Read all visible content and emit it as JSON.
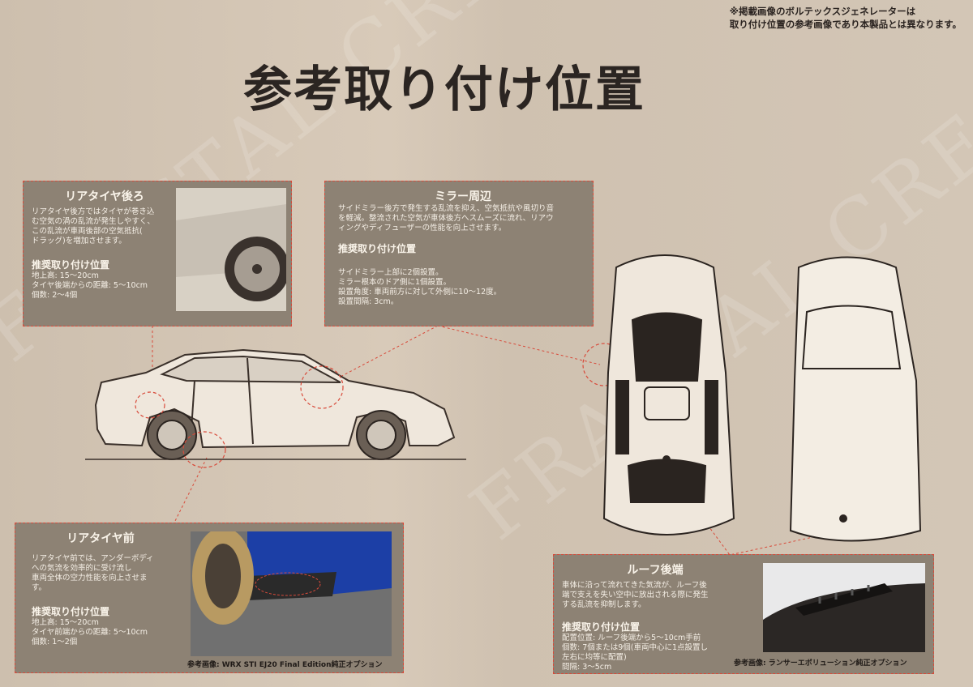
{
  "note": {
    "line1": "※掲載画像のボルテックスジェネレーターは",
    "line2": "取り付け位置の参考画像であり本製品とは異なります。"
  },
  "title": "参考取り付け位置",
  "watermark": "FRACTAL CREATION",
  "panels": {
    "rear_tire_back": {
      "heading": "リアタイヤ後ろ",
      "desc": [
        "リアタイヤ後方ではタイヤが巻き込",
        "む空気の渦の乱流が発生しやすく、",
        "この乱流が車両後部の空気抵抗(",
        "ドラッグ)を増加させます。"
      ],
      "rec_heading": "推奨取り付け位置",
      "rec": [
        "地上高: 15〜20cm",
        "タイヤ後端からの距離: 5〜10cm",
        "個数: 2〜4個"
      ]
    },
    "mirror": {
      "heading": "ミラー周辺",
      "desc": [
        "サイドミラー後方で発生する乱流を抑え、空気抵抗や風切り音",
        "を軽減。整流された空気が車体後方へスムーズに流れ、リアウ",
        "ィングやディフューザーの性能を向上させます。"
      ],
      "rec_heading": "推奨取り付け位置",
      "rec": [
        "サイドミラー上部に2個設置。",
        "ミラー根本のドア側に1個設置。",
        "設置角度: 車両前方に対して外側に10〜12度。",
        "設置間隔: 3cm。"
      ]
    },
    "rear_tire_front": {
      "heading": "リアタイヤ前",
      "desc": [
        "リアタイヤ前では、アンダーボディ",
        "への気流を効率的に受け流し",
        "車両全体の空力性能を向上させま",
        "す。"
      ],
      "rec_heading": "推奨取り付け位置",
      "rec": [
        "地上高: 15〜20cm",
        "タイヤ前端からの距離: 5〜10cm",
        "個数: 1〜2個"
      ],
      "caption": "参考画像: WRX STI EJ20 Final Edition純正オプション"
    },
    "roof": {
      "heading": "ルーフ後端",
      "desc": [
        "車体に沿って流れてきた気流が、ルーフ後",
        "端で支えを失い空中に放出される際に発生",
        "する乱流を抑制します。"
      ],
      "rec_heading": "推奨取り付け位置",
      "rec": [
        "配置位置: ルーフ後端から5〜10cm手前",
        "個数: 7個または9個(車両中心に1点設置し",
        "左右に均等に配置)",
        "間隔: 3〜5cm"
      ],
      "caption": "参考画像: ランサーエボリューション純正オプション"
    }
  },
  "colors": {
    "panel": "#8d8274",
    "dashed": "#d84a3a",
    "car_blue": "#1c3fa6",
    "rim_gold": "#b89a62"
  }
}
